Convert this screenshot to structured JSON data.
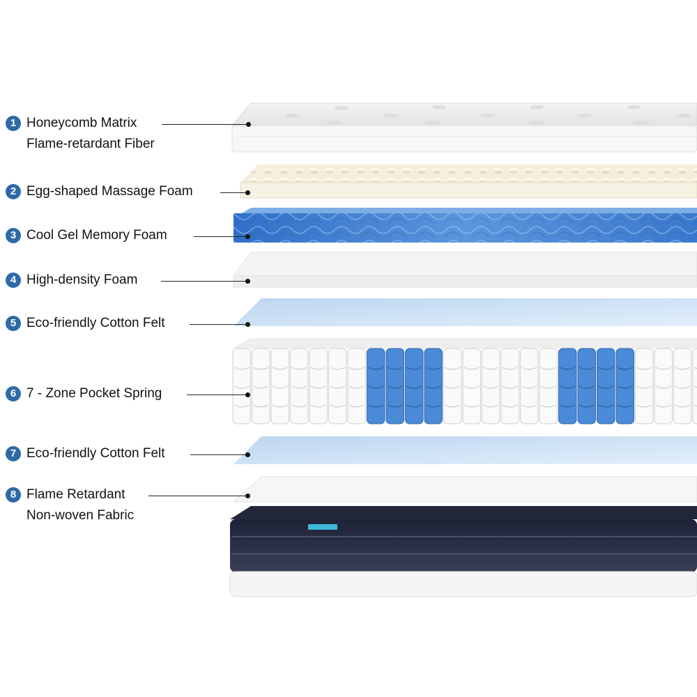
{
  "layers": [
    {
      "number": "1",
      "lines": [
        "Honeycomb Matrix",
        "Flame-retardant Fiber"
      ]
    },
    {
      "number": "2",
      "lines": [
        "Egg-shaped Massage Foam"
      ]
    },
    {
      "number": "3",
      "lines": [
        "Cool Gel Memory Foam"
      ]
    },
    {
      "number": "4",
      "lines": [
        "High-density Foam"
      ]
    },
    {
      "number": "5",
      "lines": [
        "Eco-friendly Cotton Felt"
      ]
    },
    {
      "number": "6",
      "lines": [
        "7 - Zone Pocket Spring"
      ]
    },
    {
      "number": "7",
      "lines": [
        "Eco-friendly Cotton Felt"
      ]
    },
    {
      "number": "8",
      "lines": [
        "Flame Retardant",
        "Non-woven Fabric"
      ]
    }
  ],
  "colors": {
    "badge": "#2e6aa8",
    "gel_blue": "#3f7fd1",
    "felt_blue": "#cfe3f6",
    "spring_blue": "#4a8ad6",
    "base_navy": "#2b2f45"
  }
}
